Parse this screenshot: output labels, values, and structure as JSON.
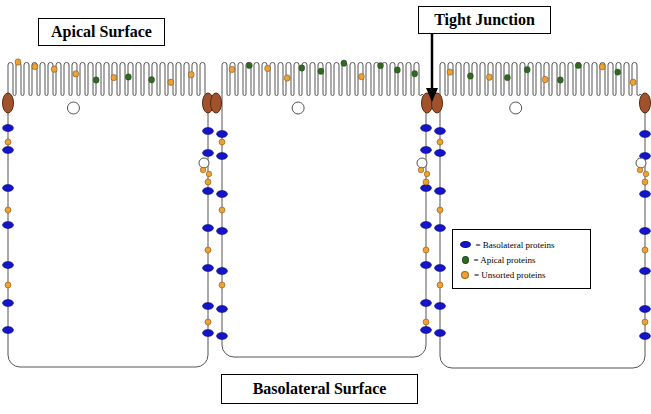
{
  "diagram": {
    "nodes": [
      {
        "text": [
          "Apical Surface"
        ]
      },
      {
        "text": [
          "Tight Junction"
        ]
      },
      {
        "text": [
          "Basolateral Surface"
        ]
      }
    ],
    "legend": [
      {
        "text": "= Basolateral proteins",
        "color": "#1414c8"
      },
      {
        "text": "= Apical proteins",
        "color": "#2e6b1e"
      },
      {
        "text": "= Unsorted proteins",
        "color": "#f0a030"
      }
    ]
  }
}
